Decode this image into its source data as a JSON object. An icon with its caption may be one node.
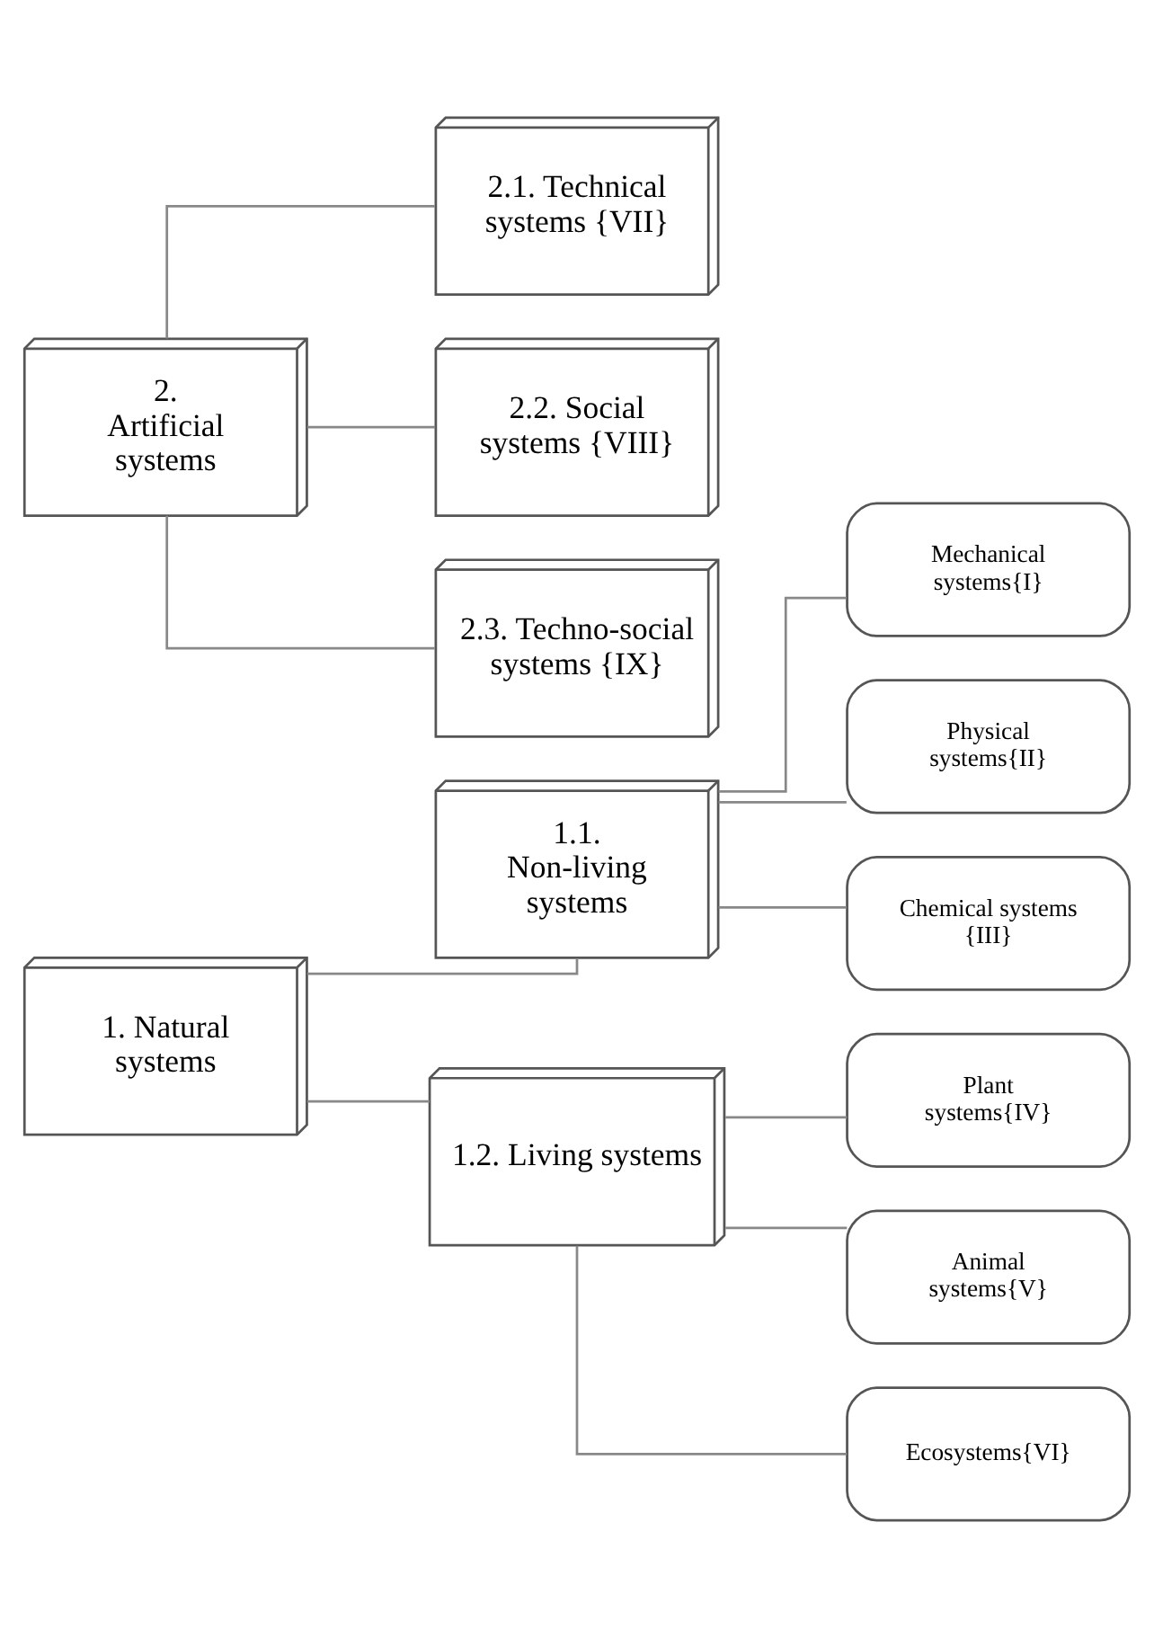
{
  "diagram": {
    "nodes": [
      {
        "text": [
          "1. Natural systems"
        ]
      },
      {
        "text": [
          "1.1. Non-living systems"
        ]
      },
      {
        "text": [
          "Mechanical systems{I}"
        ]
      },
      {
        "text": [
          "Physical systems{II}"
        ]
      },
      {
        "text": [
          "Chemical systems {III}"
        ]
      },
      {
        "text": [
          "1.2. Living systems"
        ]
      },
      {
        "text": [
          "Plant systems{IV}"
        ]
      },
      {
        "text": [
          "Animal systems{V}"
        ]
      },
      {
        "text": [
          "Ecosystems{VI}"
        ]
      },
      {
        "text": [
          "2. Artificial systems"
        ]
      },
      {
        "text": [
          "2.1. Technical systems {VII}"
        ]
      },
      {
        "text": [
          "2.2. Social systems {VIII}"
        ]
      },
      {
        "text": [
          "2.3. Techno-social systems {IX}"
        ]
      }
    ],
    "edges": [
      {
        "from": 0,
        "to": 1,
        "arrow": "none"
      },
      {
        "from": 0,
        "to": 5,
        "arrow": "none"
      },
      {
        "from": 1,
        "to": 2,
        "arrow": "none"
      },
      {
        "from": 1,
        "to": 3,
        "arrow": "none"
      },
      {
        "from": 1,
        "to": 4,
        "arrow": "none"
      },
      {
        "from": 5,
        "to": 6,
        "arrow": "none"
      },
      {
        "from": 5,
        "to": 7,
        "arrow": "none"
      },
      {
        "from": 5,
        "to": 8,
        "arrow": "none"
      },
      {
        "from": 9,
        "to": 10,
        "arrow": "none"
      },
      {
        "from": 9,
        "to": 11,
        "arrow": "none"
      },
      {
        "from": 9,
        "to": 12,
        "arrow": "none"
      }
    ]
  }
}
